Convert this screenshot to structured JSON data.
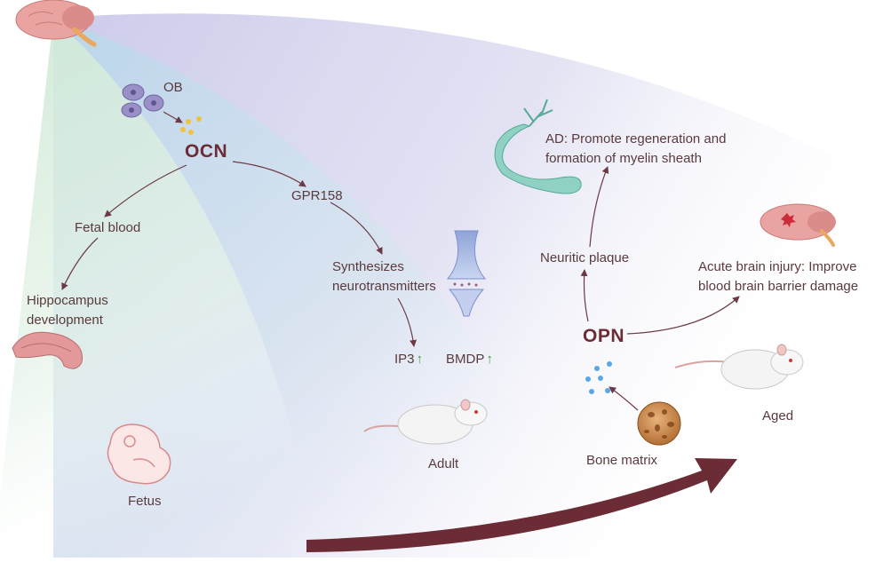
{
  "labels": {
    "ob": "OB",
    "ocn": "OCN",
    "gpr158": "GPR158",
    "fetal_blood": "Fetal blood",
    "hippocampus_line1": "Hippocampus",
    "hippocampus_line2": "development",
    "synth_line1": "Synthesizes",
    "synth_line2": "neurotransmitters",
    "ip3": "IP3",
    "bmdp": "BMDP",
    "up_arrow": "↑",
    "fetus": "Fetus",
    "adult": "Adult",
    "ad_line1": "AD: Promote regeneration and",
    "ad_line2": "formation of myelin sheath",
    "neuritic_plaque": "Neuritic plaque",
    "acute_line1": "Acute brain injury: Improve",
    "acute_line2": "blood brain barrier damage",
    "opn": "OPN",
    "bone_matrix": "Bone matrix",
    "aged": "Aged"
  },
  "colors": {
    "arrow": "#6b3a45",
    "text": "#5a3a3c",
    "title": "#6b2c35",
    "green_fan": "#dff0e3",
    "blue_fan": "#cfe0ee",
    "purple_fan": "#dcdcf0",
    "ocn_dots": "#f2c23c",
    "opn_dots": "#5aa6e6",
    "up_arrow": "#3aa53a"
  }
}
